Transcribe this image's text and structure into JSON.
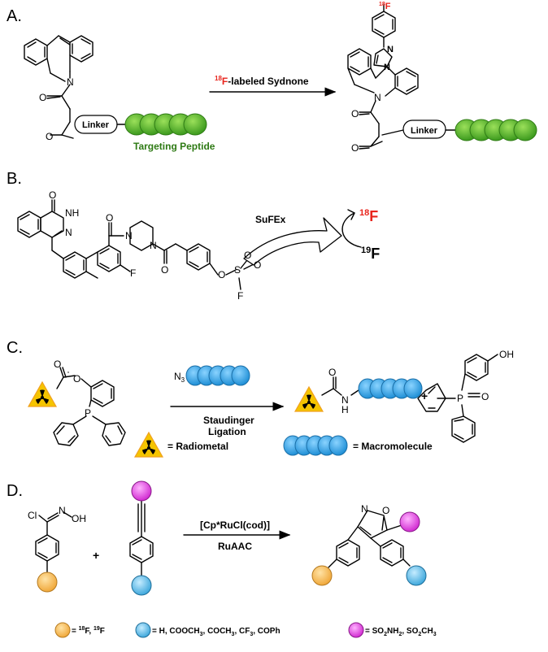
{
  "panels": {
    "A": {
      "label": "A.",
      "linker": "Linker",
      "targeting": "Targeting Peptide",
      "arrow_iso": "18",
      "arrow_f": "F",
      "arrow_rest": "-labeled Sydnone",
      "n_atom": "N",
      "o_atom": "O",
      "prod_iso": "18",
      "prod_f": "F",
      "prod_n1": "N",
      "prod_n2": "N",
      "prod_n3": "N",
      "prod_o1": "O",
      "prod_o2": "O",
      "prod_linker": "Linker"
    },
    "B": {
      "label": "B.",
      "sufex": "SuFEx",
      "f18_iso": "18",
      "f18_f": "F",
      "f19_iso": "19",
      "f19_f": "F",
      "o_top": "O",
      "nh": "NH",
      "n_ring": "N",
      "o_amide": "O",
      "n_pip1": "N",
      "n_pip2": "N",
      "f_ar": "F",
      "o_amide2": "O",
      "o_ester": "O",
      "s_atom": "S",
      "o_s1": "O",
      "o_s2": "O",
      "f_s": "F"
    },
    "C": {
      "label": "C.",
      "azide_n": "N",
      "azide_sub": "3",
      "arrow_label1": "Staudinger",
      "arrow_label2": "Ligation",
      "plus": "+",
      "p_atom": "P",
      "o1": "O",
      "o2": "O",
      "prod_o": "O",
      "prod_h": "H",
      "prod_n": "N",
      "oh": "OH",
      "p2": "P",
      "po": "O",
      "legend_radiometal": "= Radiometal",
      "legend_macromolecule": "= Macromolecule"
    },
    "D": {
      "label": "D.",
      "cl": "Cl",
      "n": "N",
      "oh": "OH",
      "plus": "+",
      "catalyst": "[Cp*RuCl(cod)]",
      "ruaac": "RuAAC",
      "iso_n": "N",
      "iso_o": "O",
      "legend1_pre": "= ",
      "legend1_iso1": "18",
      "legend1_mid": "F, ",
      "legend1_iso2": "19",
      "legend1_end": "F",
      "legend2": "= H, COOCH",
      "legend2_sub1": "3",
      "legend2_b": ", COCH",
      "legend2_sub2": "3",
      "legend2_c": ", CF",
      "legend2_sub3": "3",
      "legend2_d": ", COPh",
      "legend3": "= SO",
      "legend3_sub1": "2",
      "legend3_b": "NH",
      "legend3_sub2": "2",
      "legend3_c": ", SO",
      "legend3_sub3": "2",
      "legend3_d": "CH",
      "legend3_sub4": "3"
    }
  },
  "colors": {
    "green_peptide": "#5bb832",
    "blue_macromolecule": "#3aa8e8",
    "radio_yellow": "#f5c400",
    "fluorine_red": "#e8241c",
    "orange_ball": "#f7c36a",
    "blue_ball": "#6ec3e8",
    "magenta_ball": "#e04ce0"
  }
}
